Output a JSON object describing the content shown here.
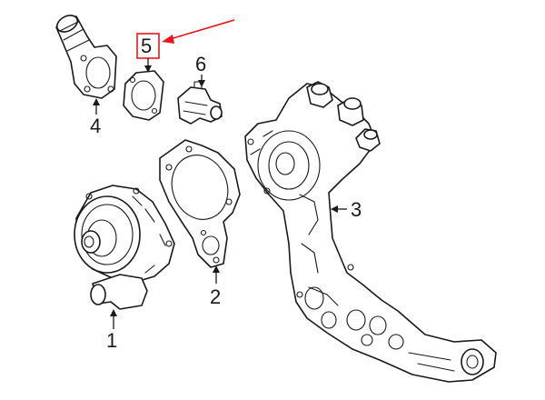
{
  "callouts": [
    {
      "id": "1",
      "label": "1"
    },
    {
      "id": "2",
      "label": "2"
    },
    {
      "id": "3",
      "label": "3"
    },
    {
      "id": "4",
      "label": "4"
    },
    {
      "id": "5",
      "label": "5",
      "highlighted": true
    },
    {
      "id": "6",
      "label": "6"
    }
  ],
  "colors": {
    "line": "#1a1a1a",
    "highlight": "#e8181e",
    "background": "#ffffff"
  }
}
